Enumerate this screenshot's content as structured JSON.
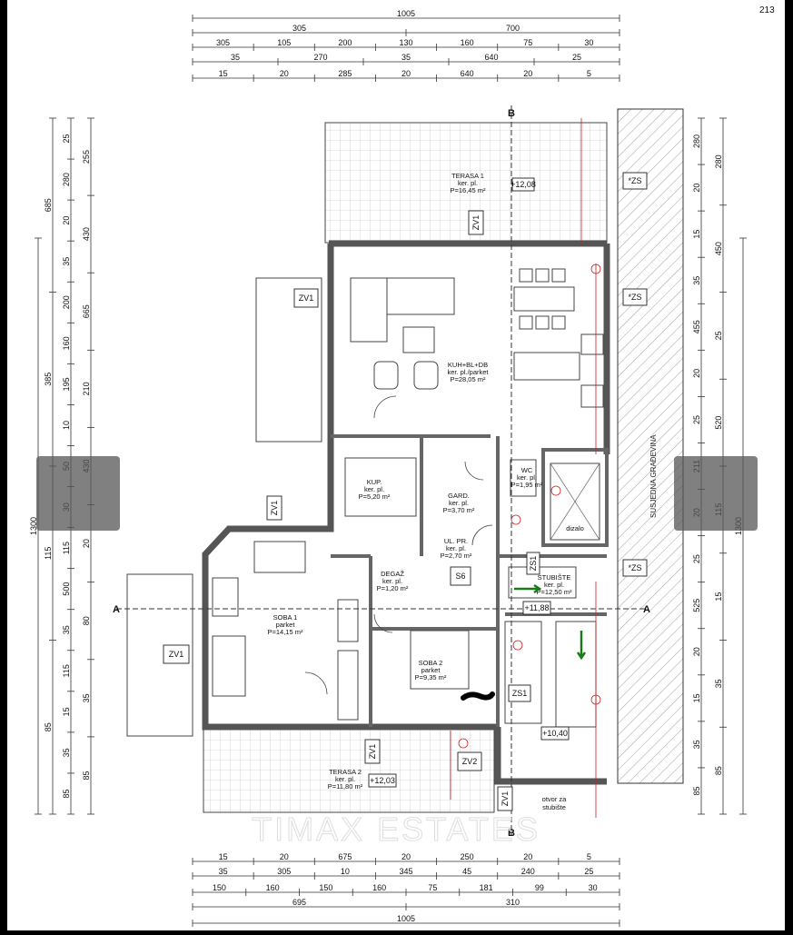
{
  "page_number": "213",
  "watermark": "TIMAX ESTATES",
  "top_dims": {
    "row1": [
      "1005"
    ],
    "row2": [
      "305",
      "700"
    ],
    "row3": [
      "305",
      "105",
      "200",
      "130",
      "160",
      "75",
      "30"
    ],
    "row4": [
      "35",
      "270",
      "35",
      "640",
      "25"
    ],
    "row5": [
      "15",
      "20",
      "285",
      "20",
      "640",
      "20",
      "5"
    ]
  },
  "bottom_dims": {
    "row1": [
      "15",
      "20",
      "675",
      "20",
      "250",
      "20",
      "5"
    ],
    "row2": [
      "35",
      "305",
      "10",
      "345",
      "45",
      "240",
      "25"
    ],
    "row3": [
      "150",
      "160",
      "150",
      "160",
      "75",
      "181",
      "99",
      "30"
    ],
    "row4": [
      "695",
      "310"
    ],
    "row5": [
      "1005"
    ]
  },
  "left_dims": {
    "col1": [
      "1300"
    ],
    "col2": [
      "685",
      "385",
      "115",
      "85"
    ],
    "col3": [
      "25",
      "280",
      "20",
      "35",
      "200",
      "160",
      "195",
      "10",
      "50",
      "30",
      "115",
      "500",
      "35",
      "115",
      "15",
      "35",
      "85"
    ],
    "col4": [
      "255",
      "430",
      "665",
      "210",
      "430",
      "20",
      "80",
      "35",
      "85"
    ]
  },
  "right_dims": {
    "col1": [
      "280",
      "20",
      "15",
      "35",
      "455",
      "20",
      "25",
      "211",
      "20",
      "25",
      "525",
      "20",
      "15",
      "35",
      "85"
    ],
    "col2": [
      "280",
      "450",
      "25",
      "520",
      "115",
      "15",
      "35",
      "85"
    ],
    "col3": [
      "1300"
    ]
  },
  "rooms": [
    {
      "name": "TERASA 1",
      "lines": [
        "ker. pl.",
        "P=16,45 m²"
      ]
    },
    {
      "name": "KUH+BL+DB",
      "lines": [
        "ker. pl./parket",
        "P=28,05 m²"
      ]
    },
    {
      "name": "KUP.",
      "lines": [
        "ker. pl.",
        "P=5,20 m²"
      ]
    },
    {
      "name": "GARD.",
      "lines": [
        "ker. pl.",
        "P=3,70 m²"
      ]
    },
    {
      "name": "WC",
      "lines": [
        "ker. pl.",
        "P=1,95 m²"
      ]
    },
    {
      "name": "UL. PR.",
      "lines": [
        "ker. pl.",
        "P=2,70 m²"
      ]
    },
    {
      "name": "DEGAŽ",
      "lines": [
        "ker. pl.",
        "P=1,20 m²"
      ]
    },
    {
      "name": "SOBA 1",
      "lines": [
        "parket",
        "P=14,15 m²"
      ]
    },
    {
      "name": "SOBA 2",
      "lines": [
        "parket",
        "P=9,35 m²"
      ]
    },
    {
      "name": "STUBIŠTE",
      "lines": [
        "ker. pl.",
        "P=12,50 m²"
      ]
    },
    {
      "name": "TERASA 2",
      "lines": [
        "ker. pl.",
        "P=11,80 m²"
      ]
    }
  ],
  "tags": {
    "zv1": "ZV1",
    "zv2": "ZV2",
    "zs": "*ZS",
    "zs1": "ZS1",
    "s6": "S6",
    "dizalo": "dizalo",
    "susjedna": "SUSJEDNA GRAĐEVINA",
    "section_a": "A",
    "section_b": "B",
    "lvl_t1": "+12,08",
    "lvl_stair": "+11,88",
    "lvl_mid": "+10,40",
    "lvl_t2": "+12,03",
    "opening": [
      "otvor za",
      "stubište"
    ]
  }
}
